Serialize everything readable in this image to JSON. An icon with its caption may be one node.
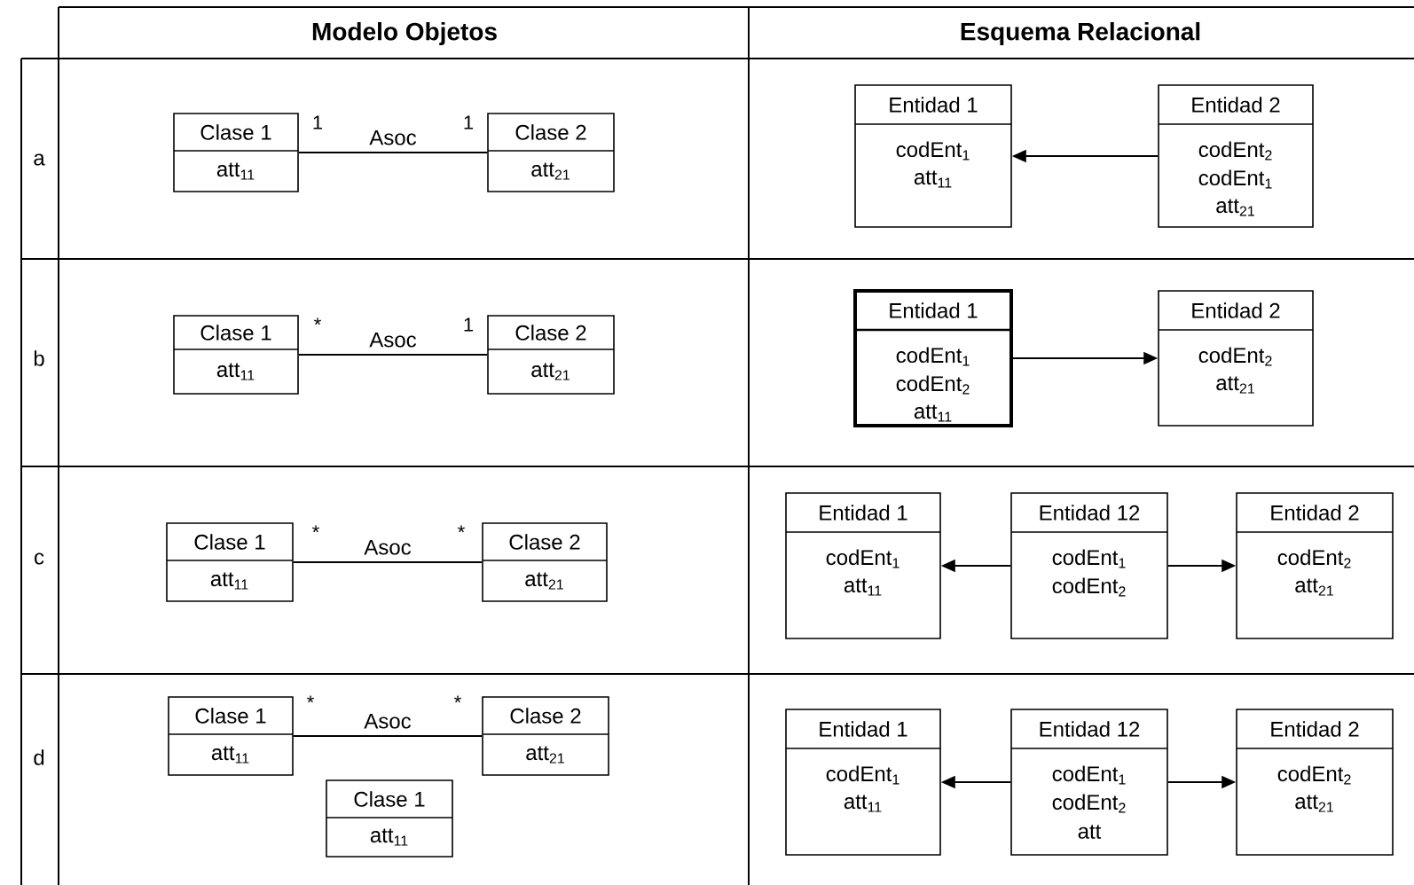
{
  "diagram": {
    "nodes": [
      {
        "text": [
          "Clase 1",
          "att$_{11}$"
        ]
      },
      {
        "text": [
          "Clase 2",
          "att$_{21}$"
        ]
      },
      {
        "text": [
          "Entidad 1",
          "codEnt$_{1}$",
          "att$_{11}$"
        ]
      },
      {
        "text": [
          "Entidad 2",
          "codEnt$_{2}$",
          "codEnt$_{1}$",
          "att$_{21}$"
        ]
      },
      {
        "text": [
          "Clase 1",
          "att$_{11}$"
        ]
      },
      {
        "text": [
          "Clase 2",
          "att$_{21}$"
        ]
      },
      {
        "text": [
          "Entidad 1",
          "codEnt$_{1}$",
          "codEnt$_{2}$",
          "att$_{11}$"
        ]
      },
      {
        "text": [
          "Entidad 2",
          "codEnt$_{2}$",
          "att$_{21}$"
        ]
      },
      {
        "text": [
          "Clase 1",
          "att$_{11}$"
        ]
      },
      {
        "text": [
          "Clase 2",
          "att$_{21}$"
        ]
      },
      {
        "text": [
          "Entidad 1",
          "codEnt$_{1}$",
          "att$_{11}$"
        ]
      },
      {
        "text": [
          "Entidad 12",
          "codEnt$_{1}$",
          "codEnt$_{2}$"
        ]
      },
      {
        "text": [
          "Entidad 2",
          "codEnt$_{2}$",
          "att$_{21}$"
        ]
      },
      {
        "text": [
          "Clase 1",
          "att$_{11}$"
        ]
      },
      {
        "text": [
          "Clase 2",
          "att$_{21}$"
        ]
      },
      {
        "text": [
          "Clase 1",
          "att$_{11}$"
        ]
      },
      {
        "text": [
          "Entidad 1",
          "codEnt$_{1}$",
          "att$_{11}$"
        ]
      },
      {
        "text": [
          "Entidad 12",
          "codEnt$_{1}$",
          "codEnt$_{2}$",
          "att"
        ]
      },
      {
        "text": [
          "Entidad 2",
          "codEnt$_{2}$",
          "att$_{21}$"
        ]
      }
    ],
    "edges": [
      {
        "from": 0,
        "to": 1,
        "arrow": "none",
        "label": "Asoc"
      },
      {
        "from": 3,
        "to": 2,
        "arrow": "to"
      },
      {
        "from": 4,
        "to": 5,
        "arrow": "none",
        "label": "Asoc"
      },
      {
        "from": 6,
        "to": 7,
        "arrow": "to"
      },
      {
        "from": 8,
        "to": 9,
        "arrow": "none",
        "label": "Asoc"
      },
      {
        "from": 11,
        "to": 10,
        "arrow": "to"
      },
      {
        "from": 11,
        "to": 12,
        "arrow": "to"
      },
      {
        "from": 13,
        "to": 14,
        "arrow": "none",
        "label": "Asoc"
      },
      {
        "from": 17,
        "to": 16,
        "arrow": "to"
      },
      {
        "from": 17,
        "to": 18,
        "arrow": "to"
      }
    ],
    "labels": [
      "Modelo Objetos",
      "Esquema Relacional",
      "a",
      "1",
      "1",
      "b",
      "*",
      "1",
      "c",
      "*",
      "*",
      "d",
      "*",
      "*"
    ]
  }
}
